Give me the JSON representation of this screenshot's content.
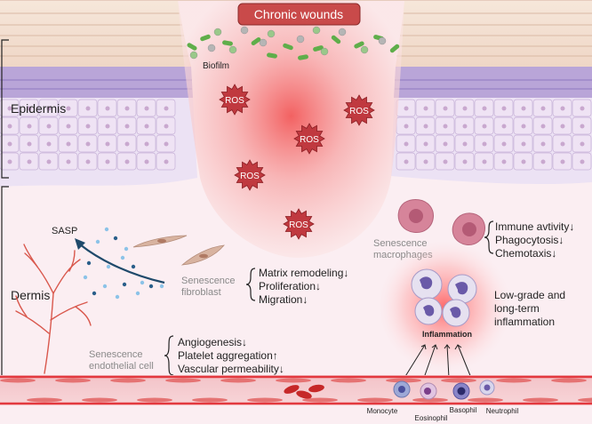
{
  "title": "Chronic wounds",
  "layers": {
    "epidermis": "Epidermis",
    "dermis": "Dermis"
  },
  "wound": {
    "biofilm": "Biofilm",
    "ros": "ROS"
  },
  "sasp": "SASP",
  "fibroblast": {
    "label_line1": "Senescence",
    "label_line2": "fibroblast",
    "effects": [
      "Matrix remodeling↓",
      "Proliferation↓",
      "Migration↓"
    ]
  },
  "endothelial": {
    "label_line1": "Senescence",
    "label_line2": "endothelial cell",
    "effects": [
      "Angiogenesis↓",
      "Platelet aggregation↑",
      "Vascular permeability↓"
    ]
  },
  "macrophage": {
    "label_line1": "Senescence",
    "label_line2": "macrophages",
    "effects": [
      "Immune avtivity↓",
      "Phagocytosis↓",
      "Chemotaxis↓"
    ]
  },
  "inflammation": {
    "label": "Inflammation",
    "description": [
      "Low-grade and",
      "long-term",
      "inflammation"
    ]
  },
  "immune_cells": [
    "Monocyte",
    "Eosinophil",
    "Basophil",
    "Neutrophil"
  ],
  "colors": {
    "title_bg": "#c94a4a",
    "dermis": "#fbecf1",
    "wound_glow": "#f36b6b",
    "ros": "#c0393f",
    "vessel": "#e3393f",
    "biofilm_green": "#5fae4a",
    "epidermis_purple": "#b9a5d8"
  }
}
